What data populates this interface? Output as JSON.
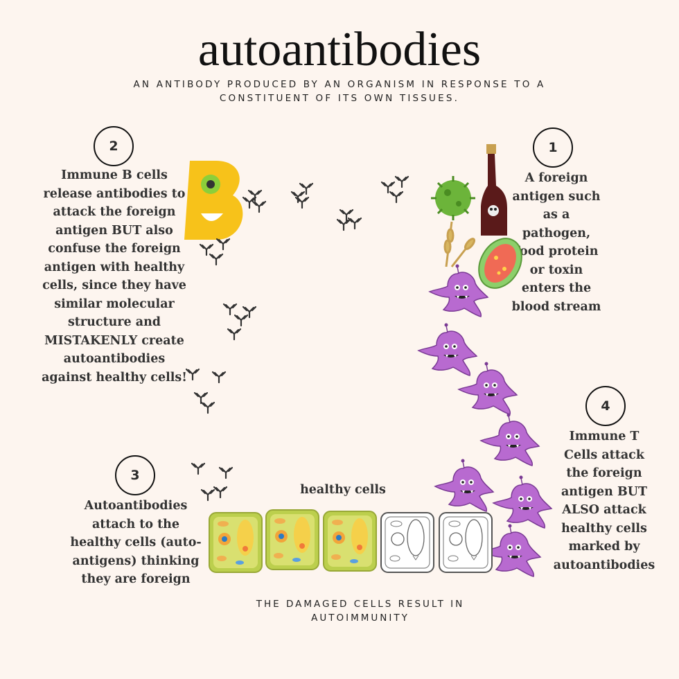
{
  "title": "autoantibodies",
  "subtitle": "AN ANTIBODY PRODUCED BY AN ORGANISM IN RESPONSE TO A CONSTITUENT OF ITS OWN TISSUES.",
  "steps": [
    {
      "number": "1",
      "text": "A foreign antigen such as a pathogen, food protein or toxin enters the blood stream"
    },
    {
      "number": "2",
      "text": "Immune B cells release antibodies to attack the foreign antigen BUT also confuse the foreign antigen with healthy cells, since they have similar molecular structure and MISTAKENLY create autoantibodies against healthy cells!"
    },
    {
      "number": "3",
      "text": "Autoantibodies attach to the healthy cells (auto-antigens) thinking they are foreign"
    },
    {
      "number": "4",
      "text": "Immune T Cells attack the foreign antigen BUT ALSO attack healthy cells marked by autoantibodies"
    }
  ],
  "healthy_cells_label": "healthy cells",
  "footer": "THE DAMAGED CELLS RESULT IN AUTOIMMUNITY",
  "b_cell_letter": "B",
  "colors": {
    "background": "#fdf5ef",
    "b_cell": "#f7c21a",
    "t_cell": "#b86ad0",
    "healthy_cell": "#bccf4d",
    "virus": "#6cb43a",
    "bacteria": "#f06a55",
    "toxin_bottle": "#5a1a1a"
  },
  "icons": [
    "b-cell-icon",
    "antibody-icon",
    "virus-icon",
    "toxin-bottle-icon",
    "wheat-icon",
    "bacteria-icon",
    "t-cell-icon",
    "healthy-cell-icon",
    "damaged-cell-icon"
  ]
}
